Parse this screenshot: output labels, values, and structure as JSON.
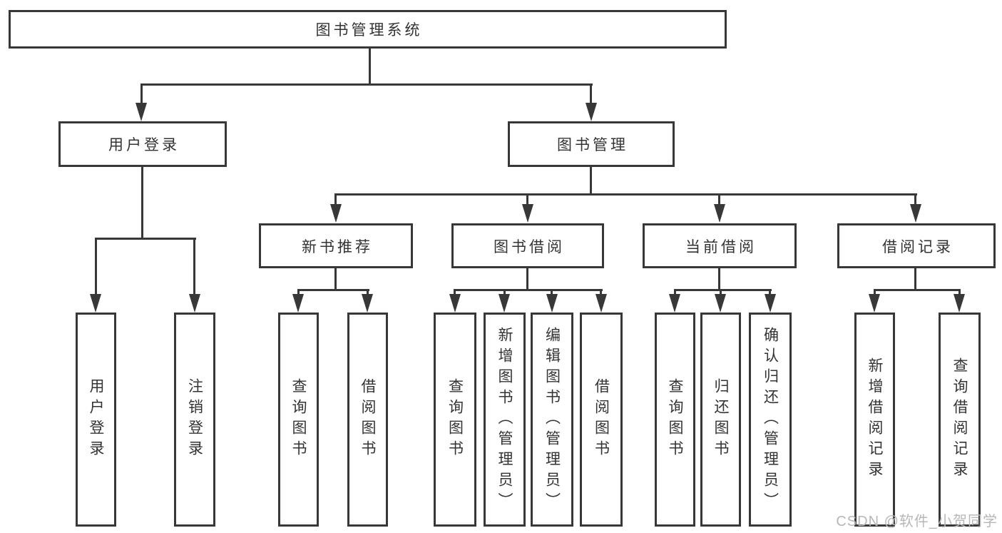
{
  "nodes": {
    "root": "图书管理系统",
    "userLogin": "用户登录",
    "bookMgmt": "图书管理",
    "userLoginChildren": [
      "用户登录",
      "注销登录"
    ],
    "level3": [
      "新书推荐",
      "图书借阅",
      "当前借阅",
      "借阅记录"
    ],
    "newBookChildren": [
      "查询图书",
      "借阅图书"
    ],
    "borrowChildren": [
      "查询图书",
      "新增图书（管理员）",
      "编辑图书（管理员）",
      "借阅图书"
    ],
    "currentChildren": [
      "查询图书",
      "归还图书",
      "确认归还（管理员）"
    ],
    "recordChildren": [
      "新增借阅记录",
      "查询借阅记录"
    ]
  },
  "watermark": "CSDN @软件_小贺同学",
  "colors": {
    "line": "#383838",
    "text": "#333333",
    "watermark": "#b7b7b7",
    "background": "#ffffff"
  }
}
